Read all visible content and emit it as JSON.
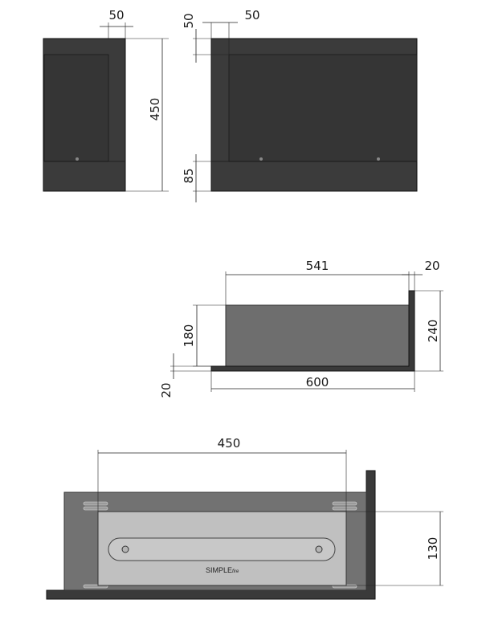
{
  "diagram": {
    "views": {
      "side": {
        "dim_width_top": "50",
        "dim_height": "450"
      },
      "front": {
        "dim_top_offset": "50",
        "dim_side_offset": "50",
        "dim_bottom": "85"
      },
      "section": {
        "dim_inner": "541",
        "dim_wall": "20",
        "dim_inner_height": "180",
        "dim_total_height": "240",
        "dim_base": "20",
        "dim_total_width": "600"
      },
      "detail": {
        "dim_burner_width": "450",
        "dim_height": "130",
        "brand": "SIMPLE",
        "brand_suffix": "fire"
      }
    },
    "colors": {
      "dark_body": "#3a3a3a",
      "mid_grey": "#6e6e6e",
      "light_grey": "#bdbdbd",
      "lines": "#222222"
    }
  }
}
